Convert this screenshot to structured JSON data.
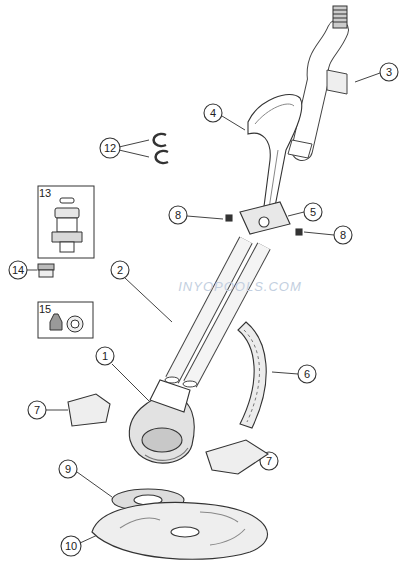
{
  "diagram": {
    "labels": [
      "1",
      "2",
      "3",
      "4",
      "5",
      "6",
      "7",
      "7",
      "8",
      "8",
      "9",
      "10",
      "12",
      "13",
      "14",
      "15",
      "INYOPOOLS.COM"
    ]
  }
}
